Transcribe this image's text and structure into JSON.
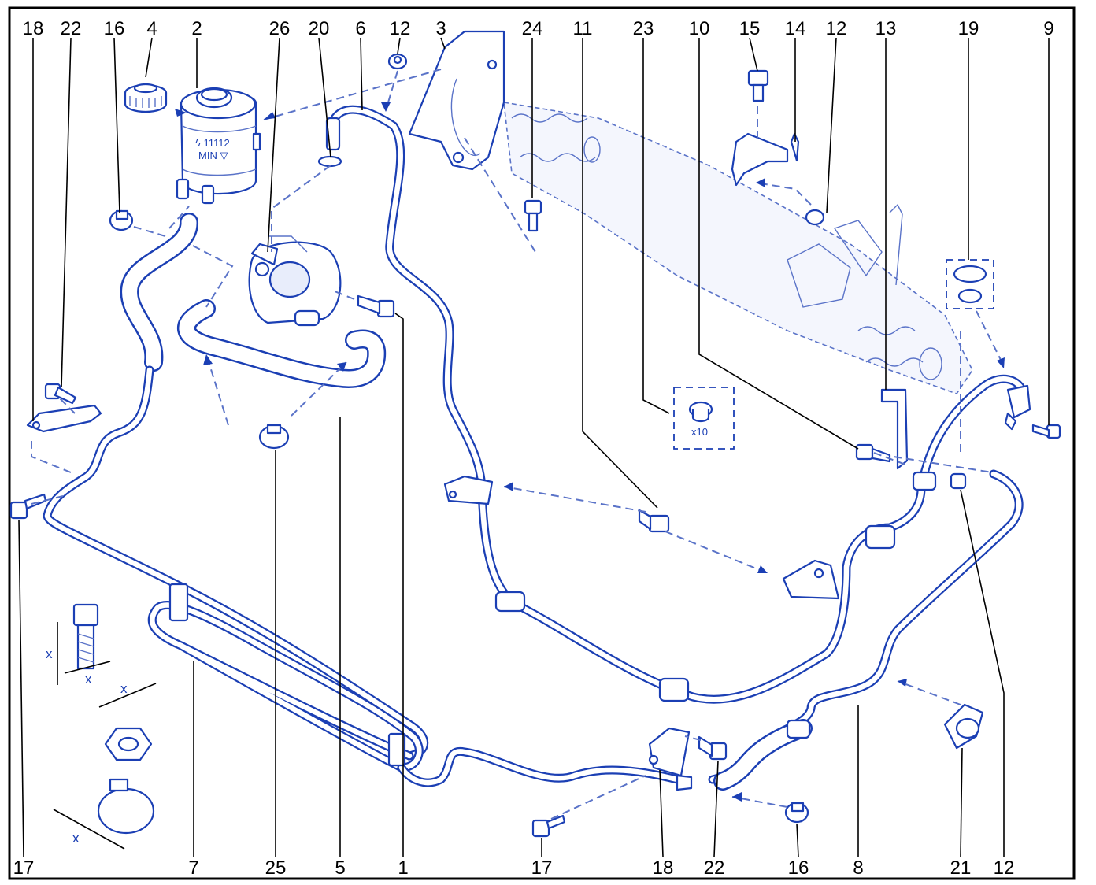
{
  "callouts_top": [
    "18",
    "22",
    "16",
    "4",
    "2",
    "26",
    "20",
    "6",
    "12",
    "3",
    "24",
    "11",
    "23",
    "10",
    "15",
    "14",
    "12",
    "13",
    "19",
    "9"
  ],
  "callouts_bottom": [
    "17",
    "7",
    "25",
    "5",
    "1",
    "17",
    "18",
    "22",
    "16",
    "8",
    "21",
    "12"
  ],
  "fastener_kit_label": "x10",
  "dimension_label": "x",
  "reservoir_marking_1": "ϟ 11112",
  "reservoir_marking_2": "MIN ▽",
  "colors": {
    "line_art": "#1b3fb4",
    "frame": "#000000",
    "background": "#ffffff"
  }
}
